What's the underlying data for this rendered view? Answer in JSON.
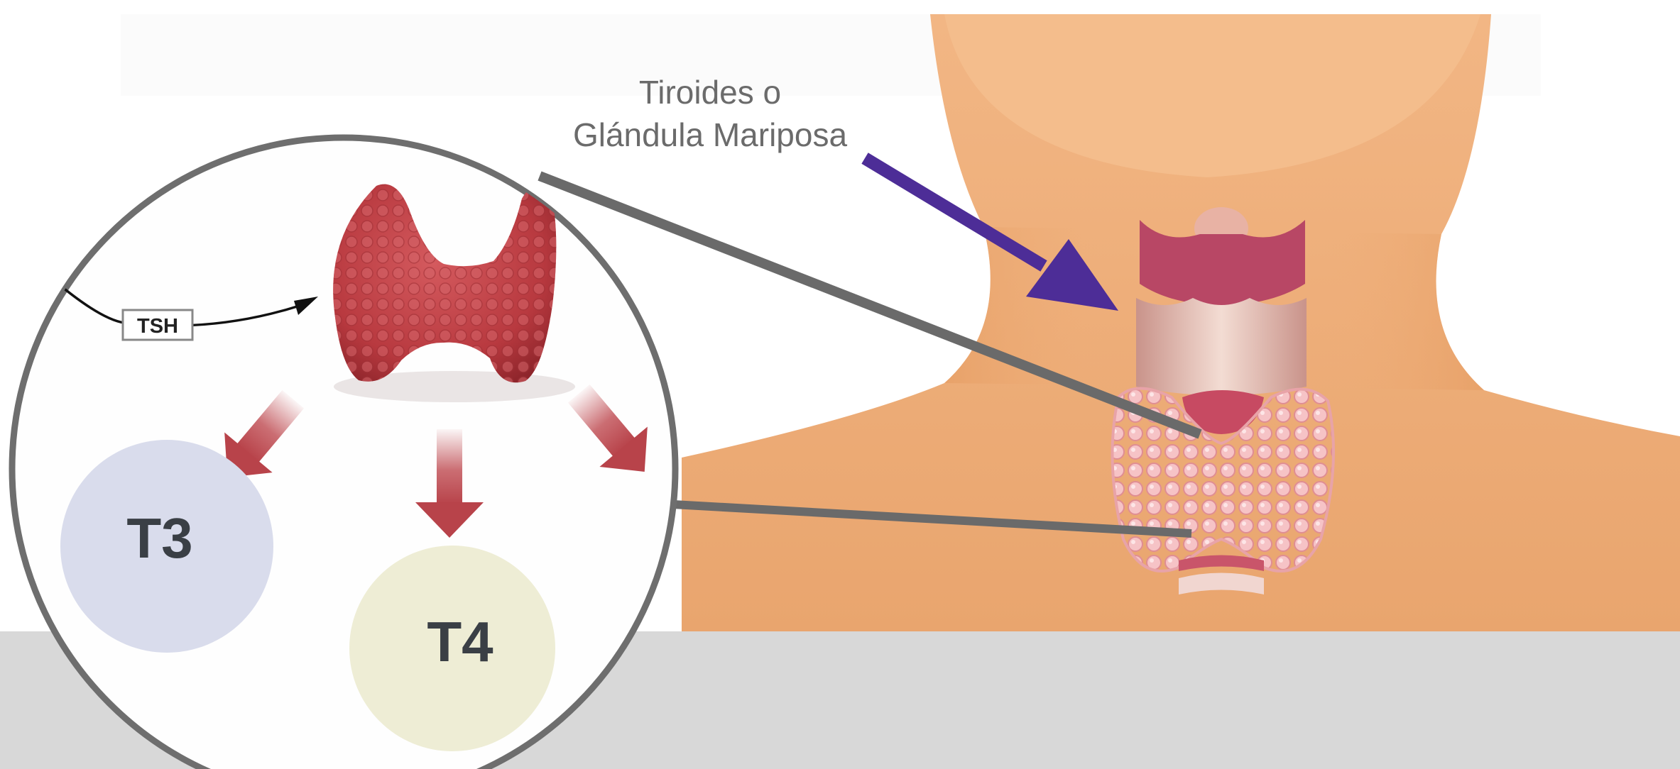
{
  "diagram": {
    "title_lines": [
      "Tiroides o",
      "Glándula Mariposa"
    ],
    "tsh_label": "TSH",
    "hormones": [
      {
        "label": "T3",
        "color": "#d9dcec"
      },
      {
        "label": "T4",
        "color": "#eeedd5"
      }
    ],
    "colors": {
      "skin": "#efaf78",
      "skin_shadow": "#e29b62",
      "ground": "#d8d8d8",
      "arrow_accent": "#4d2d97",
      "gland": "#c1444a",
      "gland_dark": "#8f2a30",
      "callout_line": "#6a6a6a",
      "hormone_arrow": "#c2545a"
    },
    "icons": [
      "thyroid-gland-icon",
      "larynx-icon",
      "pointer-arrow-icon",
      "hormone-arrow-icon"
    ]
  }
}
